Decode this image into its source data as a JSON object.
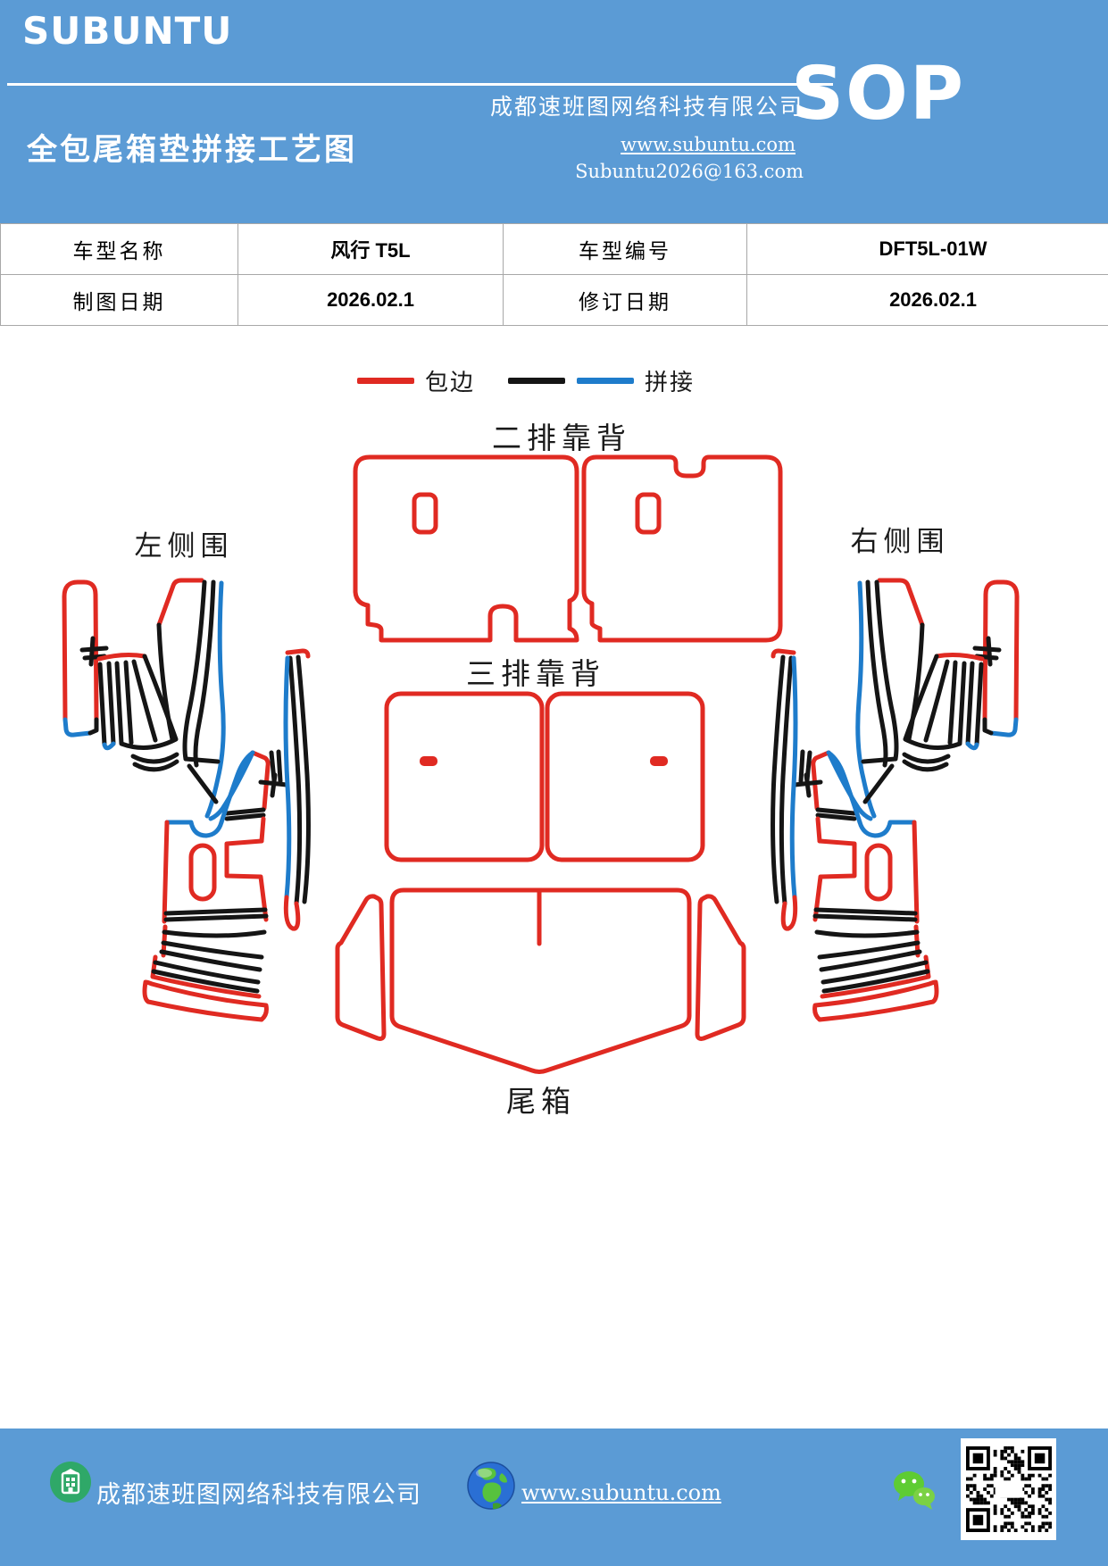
{
  "header": {
    "logo": "SUBUNTU",
    "company": "成都速班图网络科技有限公司",
    "title": "全包尾箱垫拼接工艺图",
    "website": "www.subuntu.com",
    "email": "Subuntu2026@163.com",
    "sop_label": "SOP",
    "accent_color": "#5b9bd5"
  },
  "info_table": {
    "rows": [
      [
        "车型名称",
        "风行 T5L",
        "车型编号",
        "DFT5L-01W"
      ],
      [
        "制图日期",
        "2026.02.1",
        "修订日期",
        "2026.02.1"
      ]
    ]
  },
  "legend": {
    "binding_label": "包边",
    "stitch_label": "拼接",
    "binding_color": "#e02a22",
    "stitch_colors": [
      "#151515",
      "#1e7ccb"
    ]
  },
  "diagram": {
    "labels": {
      "second_row_backrest": "二排靠背",
      "third_row_backrest": "三排靠背",
      "left_side": "左侧围",
      "right_side": "右侧围",
      "trunk": "尾箱"
    },
    "line_colors": {
      "edge_binding_red": "#e02a22",
      "stitch_black": "#151515",
      "stitch_blue": "#1e7ccb"
    }
  },
  "footer": {
    "company": "成都速班图网络科技有限公司",
    "website": "www.subuntu.com",
    "icons": [
      "building-icon",
      "globe-icon",
      "wechat-icon",
      "qr-code"
    ]
  }
}
